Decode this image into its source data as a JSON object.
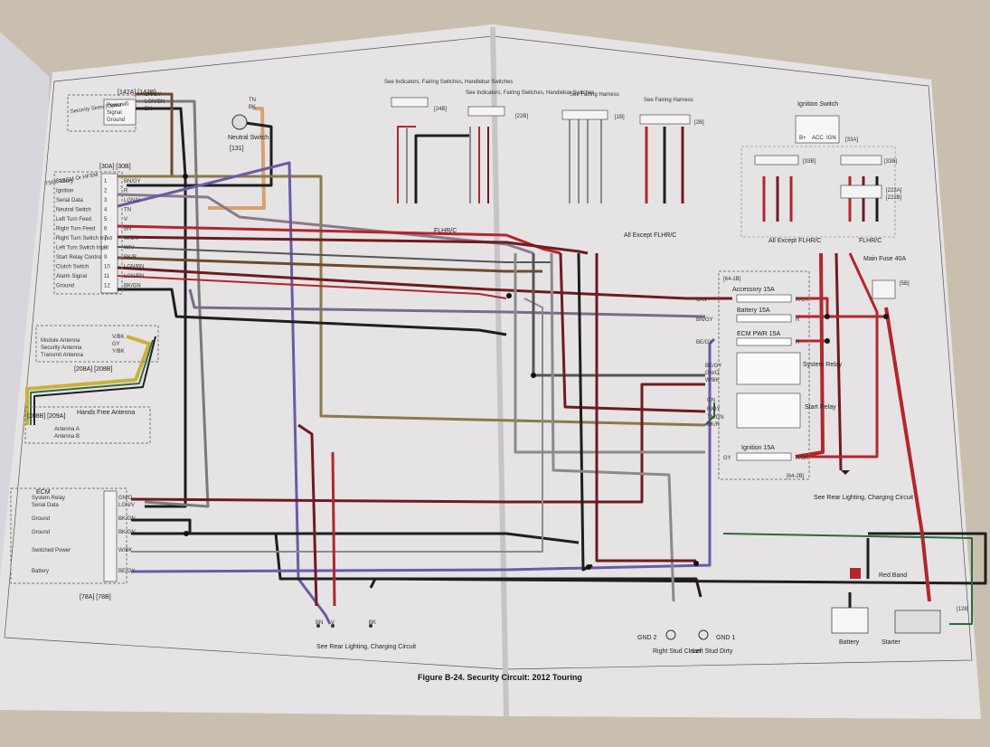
{
  "caption": "Figure B-24. Security Circuit: 2012 Touring",
  "colors": {
    "page": "#e6e3e5",
    "desk": "#c9bfae",
    "wire_red": "#b3262a",
    "wire_darkred": "#6e1b20",
    "wire_black": "#1e1e1e",
    "wire_gray": "#8a8a8a",
    "wire_orange": "#d9a070",
    "wire_brown": "#6e4a2c",
    "wire_violet": "#6b5aa6",
    "wire_green": "#3a6b3a",
    "wire_yellow": "#c8b23a"
  },
  "left": {
    "siren_refs": "[142A] [142B]",
    "siren_label": "Security Siren (Optional)",
    "siren_pins": [
      "Power",
      "Signal",
      "Ground"
    ],
    "siren_wires": [
      "BN/GY",
      "LGN/BN",
      "BK"
    ],
    "neutral_switch": "Neutral Switch",
    "neutral_ref": "[131]",
    "neutral_wires": [
      "TN",
      "BK"
    ],
    "tsm_refs": "[30A] [30B]",
    "tsm_title": "TSM, TSSM Or HFSM",
    "tsm_pins": [
      "Battery",
      "Ignition",
      "Serial Data",
      "Neutral Switch",
      "Left Turn Feed",
      "Right Turn Feed",
      "Right Turn Switch Input",
      "Left Turn Switch Input",
      "Start Relay Control",
      "Clutch Switch",
      "Alarm Signal",
      "Ground"
    ],
    "tsm_wires": [
      "BN/GY",
      "R",
      "LGN/V",
      "TN",
      "V",
      "BN",
      "W/BN",
      "W/V",
      "BK/R",
      "LGN/BN",
      "LGN/BN",
      "BK/GN"
    ],
    "antenna_pins": [
      "Module Antenna",
      "Security Antenna",
      "Transmit Antenna"
    ],
    "antenna_wires": [
      "V/BK",
      "GY",
      "Y/BK"
    ],
    "antenna_refs": "[208A] [208B]",
    "hf_refs": "[208B] [209A]",
    "hf_label": "Hands Free Antenna",
    "hf_pins": [
      "Antenna A",
      "Antenna B"
    ],
    "ecm_label": "ECM",
    "ecm_pins": [
      "System Relay",
      "Serial Data",
      "Ground",
      "Ground",
      "Switched Power",
      "Battery"
    ],
    "ecm_wires": [
      "GN/O",
      "LGN/V",
      "BK/GN",
      "BK/GN",
      "W/BK",
      "BE/GY"
    ],
    "ecm_refs": "[78A] [78B]",
    "rear_wires": [
      "BN",
      "V",
      "BK"
    ],
    "rear_note": "See Rear Lighting, Charging Circuit"
  },
  "right": {
    "indicators_a": "See Indicators, Fairing Switches, Handlebar Switches",
    "indicators_a_ref": "[24B]",
    "indicators_b": "See Indicators, Fairing Switches, Handlebar Switches",
    "indicators_b_ref": "[22B]",
    "fairing_a": "See Fairing Harness",
    "fairing_a_ref": "[1B]",
    "fairing_b": "See Fairing Harness",
    "fairing_b_ref": "[2B]",
    "ignition_switch": "Ignition Switch",
    "ignition_pins": [
      "B+",
      "ACC",
      "IGN"
    ],
    "ignition_ref": "[33A]",
    "ref_33b_a": "[33B]",
    "ref_33b_b": "[33B]",
    "ref_222": [
      "[222A]",
      "[222B]"
    ],
    "flhrc_1": "FLHR/C",
    "all_except_1": "All Except FLHR/C",
    "all_except_2": "All Except FLHR/C",
    "flhrc_2": "FLHR/C",
    "fuse_ref": "[64-1B]",
    "accessory_fuse": "Accessory 15A",
    "battery_fuse": "Battery 15A",
    "ecm_fuse": "ECM PWR 15A",
    "system_relay": "System Relay",
    "start_relay": "Start Relay",
    "ignition_fuse": "Ignition 15A",
    "fuse_ref_b": "[64-2B]",
    "main_fuse": "Main Fuse 40A",
    "main_fuse_ref": "[5B]",
    "fuse_wires_in": [
      "O/W",
      "BN/GY",
      "BE/GY"
    ],
    "fuse_wires_out": [
      "R/GY",
      "R",
      "R"
    ],
    "relay_wires": [
      "BE/GY",
      "GN/O",
      "W/BK"
    ],
    "start_wires": [
      "GN",
      "R/GY",
      "TN/GN",
      "BK/R"
    ],
    "ign_wires": [
      "GY",
      "R/BK"
    ],
    "rear_note": "See Rear Lighting, Charging Circuit",
    "red_band": "Red Band",
    "battery": "Battery",
    "starter": "Starter",
    "starter_ref": "[128]",
    "gnd2": "GND 2",
    "gnd1": "GND 1",
    "right_stud": "Right Stud Clean",
    "left_stud": "Left Stud Dirty"
  }
}
